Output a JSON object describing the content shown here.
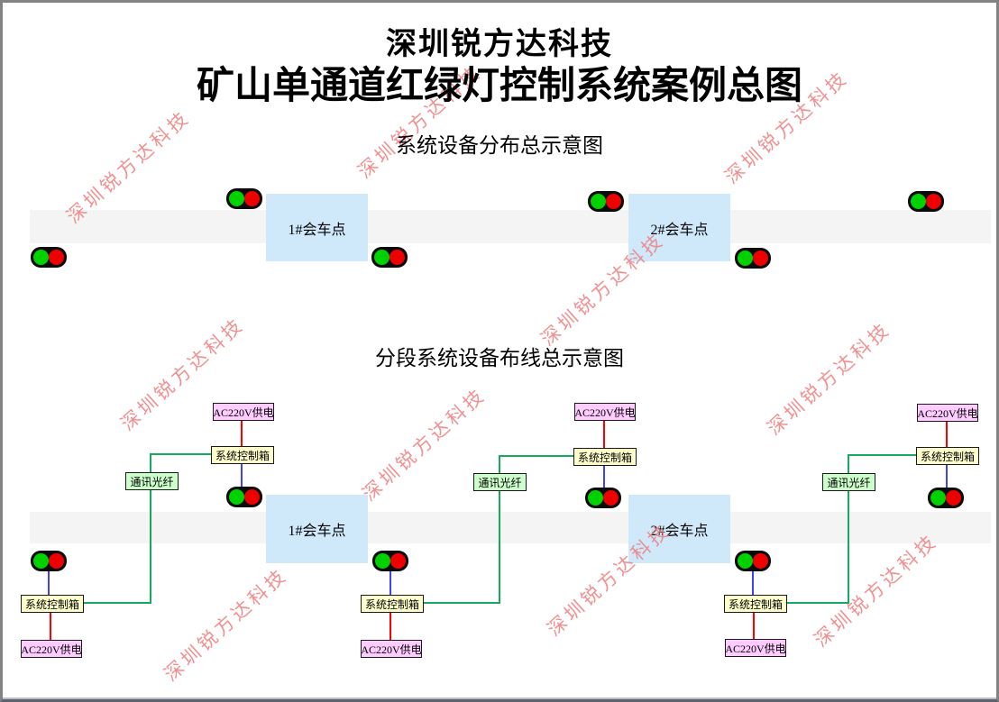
{
  "header": {
    "company": "深圳锐方达科技",
    "title": "矿山单通道红绿灯控制系统案例总图"
  },
  "sections": {
    "distribution": {
      "label": "系统设备分布总示意图"
    },
    "wiring": {
      "label": "分段系统设备布线总示意图"
    }
  },
  "meeting_points": {
    "p1": "1#会车点",
    "p2": "2#会车点"
  },
  "component_labels": {
    "power": "AC220V供电",
    "controller": "系统控制箱",
    "fiber": "通讯光纤"
  },
  "watermark": {
    "text": "深圳锐方达科技",
    "color": "#ee7d7d"
  },
  "colors": {
    "road": "#f4f4f4",
    "meeting_point_box": "#cfe9fb",
    "power_box": "#ffccff",
    "controller_box": "#ffffcc",
    "fiber_box": "#ccffcc",
    "power_wire": "#ff0000",
    "signal_wire": "#4040ff",
    "fiber_wire": "#17a95c",
    "light_green": "#00d200",
    "light_red": "#ee0000"
  }
}
